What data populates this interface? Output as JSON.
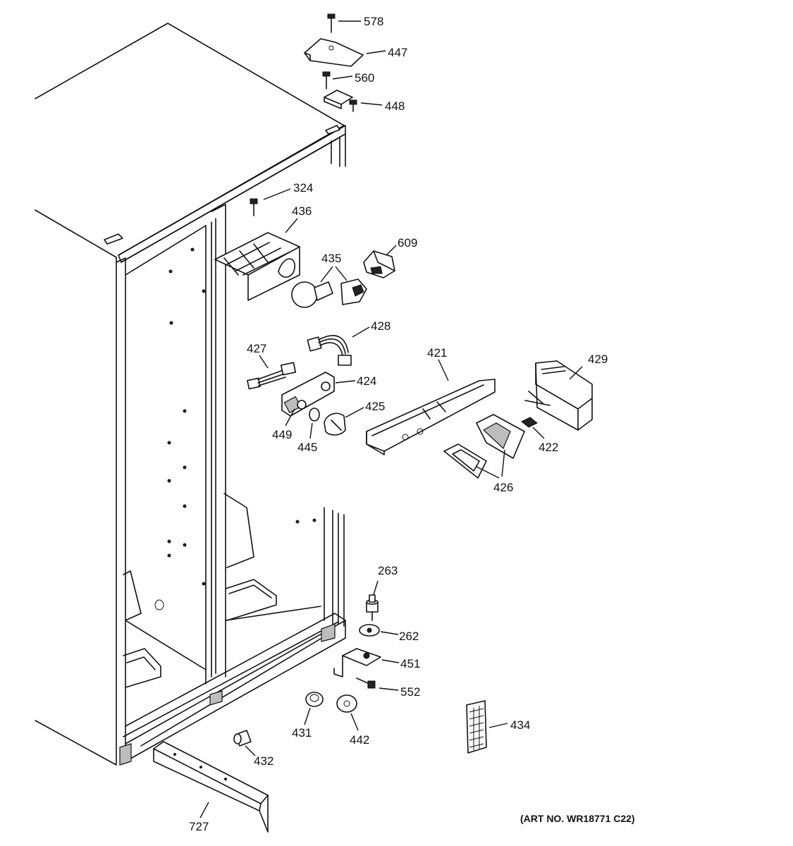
{
  "diagram": {
    "art_number": "(ART NO. WR18771 C22)",
    "parts": [
      {
        "id": "p578",
        "label": "578"
      },
      {
        "id": "p447",
        "label": "447"
      },
      {
        "id": "p560",
        "label": "560"
      },
      {
        "id": "p448",
        "label": "448"
      },
      {
        "id": "p324",
        "label": "324"
      },
      {
        "id": "p436",
        "label": "436"
      },
      {
        "id": "p609",
        "label": "609"
      },
      {
        "id": "p435",
        "label": "435"
      },
      {
        "id": "p428",
        "label": "428"
      },
      {
        "id": "p427",
        "label": "427"
      },
      {
        "id": "p421",
        "label": "421"
      },
      {
        "id": "p429",
        "label": "429"
      },
      {
        "id": "p424",
        "label": "424"
      },
      {
        "id": "p425",
        "label": "425"
      },
      {
        "id": "p449",
        "label": "449"
      },
      {
        "id": "p445",
        "label": "445"
      },
      {
        "id": "p422",
        "label": "422"
      },
      {
        "id": "p426",
        "label": "426"
      },
      {
        "id": "p263",
        "label": "263"
      },
      {
        "id": "p262",
        "label": "262"
      },
      {
        "id": "p451",
        "label": "451"
      },
      {
        "id": "p552",
        "label": "552"
      },
      {
        "id": "p431",
        "label": "431"
      },
      {
        "id": "p442",
        "label": "442"
      },
      {
        "id": "p434",
        "label": "434"
      },
      {
        "id": "p432",
        "label": "432"
      },
      {
        "id": "p727",
        "label": "727"
      }
    ]
  }
}
